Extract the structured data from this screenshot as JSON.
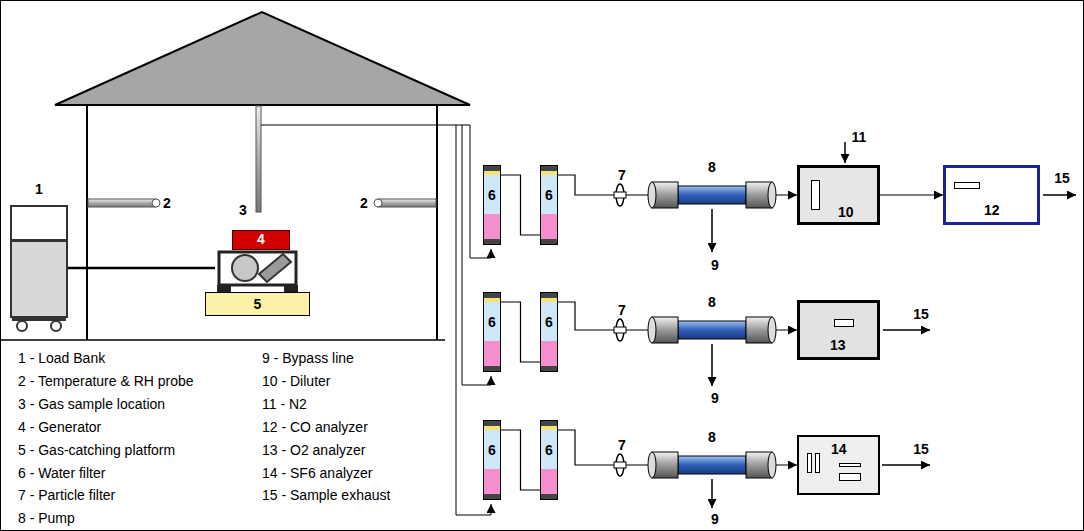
{
  "diagram": {
    "nodes": [
      {
        "text": [
          "1"
        ]
      },
      {
        "text": [
          "4"
        ]
      },
      {
        "text": [
          "5"
        ]
      },
      {
        "text": [
          "6"
        ]
      },
      {
        "text": [
          "6"
        ]
      },
      {
        "text": [
          "6"
        ]
      },
      {
        "text": [
          "6"
        ]
      },
      {
        "text": [
          "6"
        ]
      },
      {
        "text": [
          "6"
        ]
      },
      {
        "text": [
          "10"
        ]
      },
      {
        "text": [
          "12"
        ]
      },
      {
        "text": [
          "13"
        ]
      },
      {
        "text": [
          "14"
        ]
      }
    ],
    "edges": [
      {
        "from": 0,
        "to": 1,
        "arrow": "none"
      },
      {
        "from": 3,
        "to": 4,
        "arrow": "none"
      },
      {
        "from": 4,
        "to": 9,
        "arrow": "to"
      },
      {
        "from": 9,
        "to": 10,
        "arrow": "to"
      },
      {
        "from": 5,
        "to": 6,
        "arrow": "none"
      },
      {
        "from": 6,
        "to": 11,
        "arrow": "to"
      },
      {
        "from": 7,
        "to": 8,
        "arrow": "none"
      },
      {
        "from": 8,
        "to": 12,
        "arrow": "to"
      }
    ],
    "labels": [
      "2",
      "3",
      "2",
      "7",
      "8",
      "11",
      "9",
      "15",
      "7",
      "8",
      "9",
      "15",
      "7",
      "8",
      "9",
      "15",
      "1 - Load Bank",
      "2 - Temperature & RH probe",
      "3 - Gas sample location",
      "4 - Generator",
      "5 - Gas-catching platform",
      "6 - Water filter",
      "7 - Particle filter",
      "8 - Pump",
      "9 - Bypass line",
      "10 - Diluter",
      "11 - N2",
      "12 - CO analyzer",
      "13 - O2 analyzer",
      "14 - SF6 analyzer",
      "15 - Sample exhaust"
    ]
  }
}
